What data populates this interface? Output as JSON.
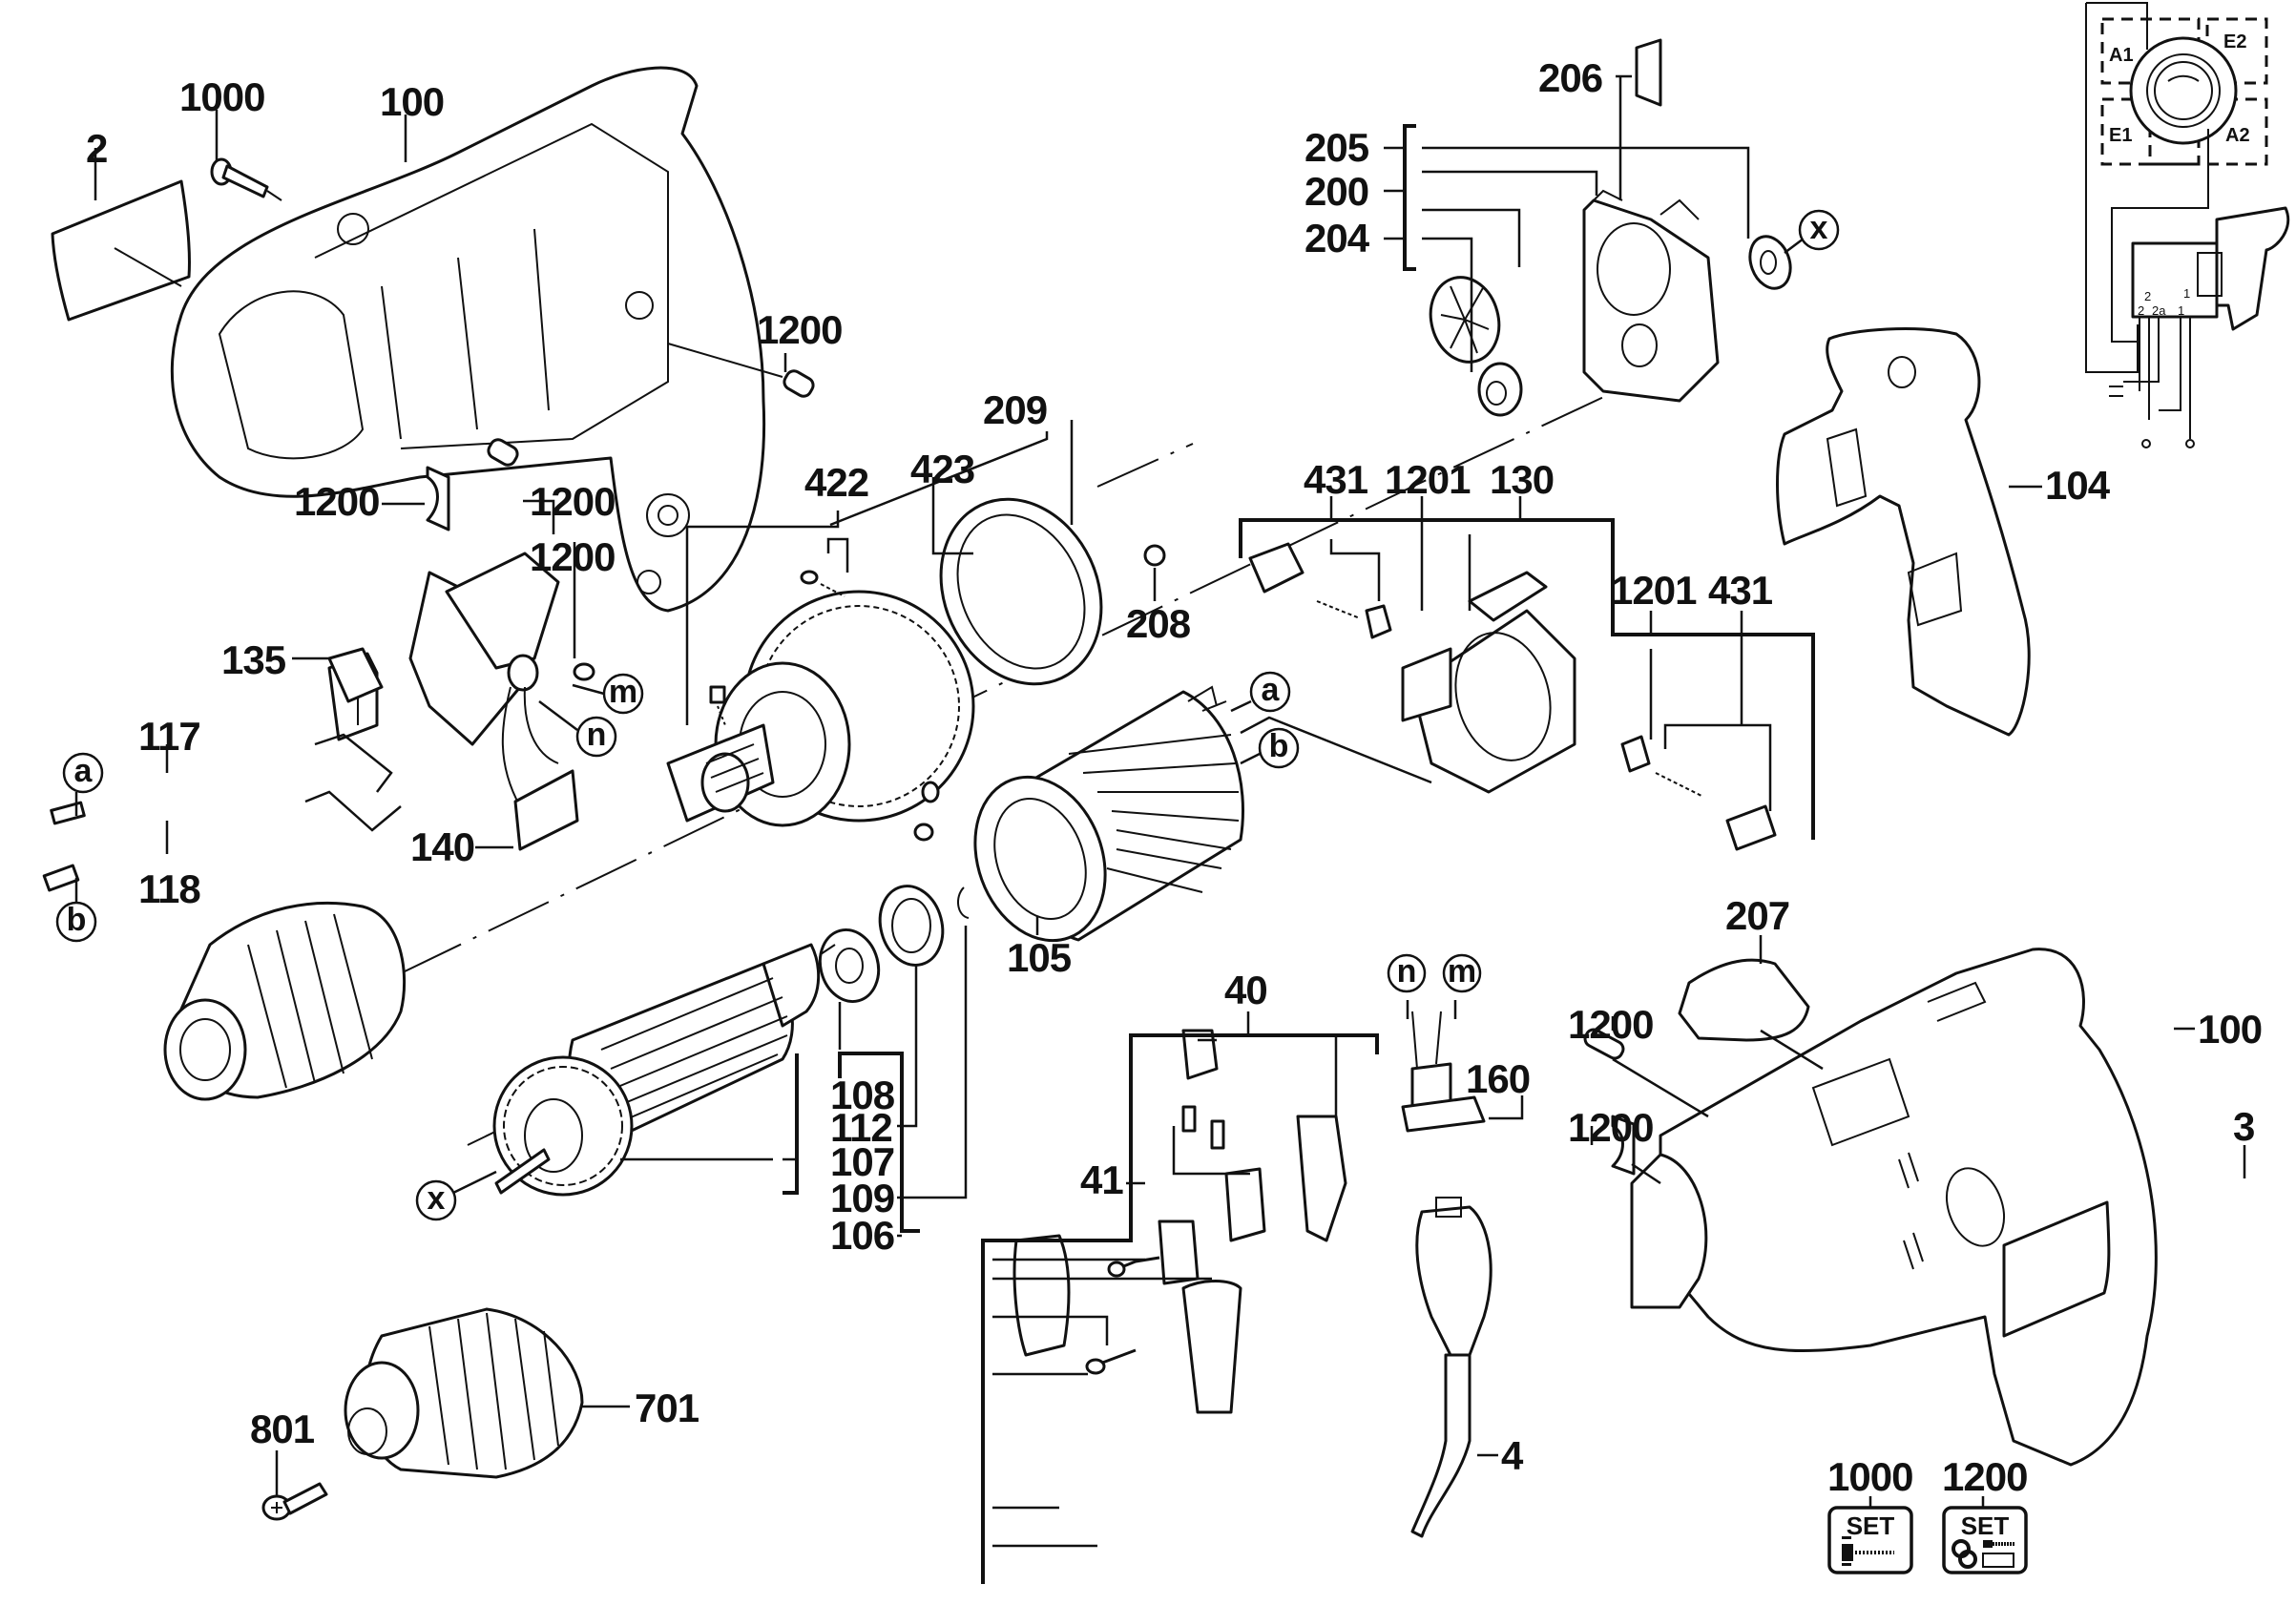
{
  "diagram": {
    "title": "Exploded parts diagram - hammer drill",
    "part_labels": {
      "p2": "2",
      "p1000_top": "1000",
      "p100_top": "100",
      "p1200_a": "1200",
      "p1200_b": "1200",
      "p1200_c": "1200",
      "p1200_d": "1200",
      "p135": "135",
      "p117": "117",
      "p118": "118",
      "p140": "140",
      "p422": "422",
      "p423": "423",
      "p209": "209",
      "p208": "208",
      "p205": "205",
      "p200": "200",
      "p204": "204",
      "p206": "206",
      "p431_left": "431",
      "p1201_left": "1201",
      "p130": "130",
      "p1201_right": "1201",
      "p431_right": "431",
      "p104": "104",
      "p105": "105",
      "p108": "108",
      "p112": "112",
      "p107": "107",
      "p109": "109",
      "p106": "106",
      "p40": "40",
      "p41": "41",
      "p160": "160",
      "p4": "4",
      "p207": "207",
      "p1200_e": "1200",
      "p1200_f": "1200",
      "p100_right": "100",
      "p3": "3",
      "p701": "701",
      "p801": "801"
    },
    "connectors": {
      "a_left": "a",
      "b_left": "b",
      "a_stator": "a",
      "b_stator": "b",
      "m_switch": "m",
      "n_switch": "n",
      "n_cable": "n",
      "m_cable": "m",
      "x_armature": "x",
      "x_gear": "x"
    },
    "schematic": {
      "terminals": [
        "A1",
        "E2",
        "E1",
        "A2"
      ],
      "switch_pins": [
        "2",
        "2",
        "2a",
        "1",
        "1"
      ]
    },
    "kits": [
      {
        "number": "1000",
        "label": "SET",
        "icon": "screw-set-icon"
      },
      {
        "number": "1200",
        "label": "SET",
        "icon": "small-parts-set-icon"
      }
    ]
  }
}
